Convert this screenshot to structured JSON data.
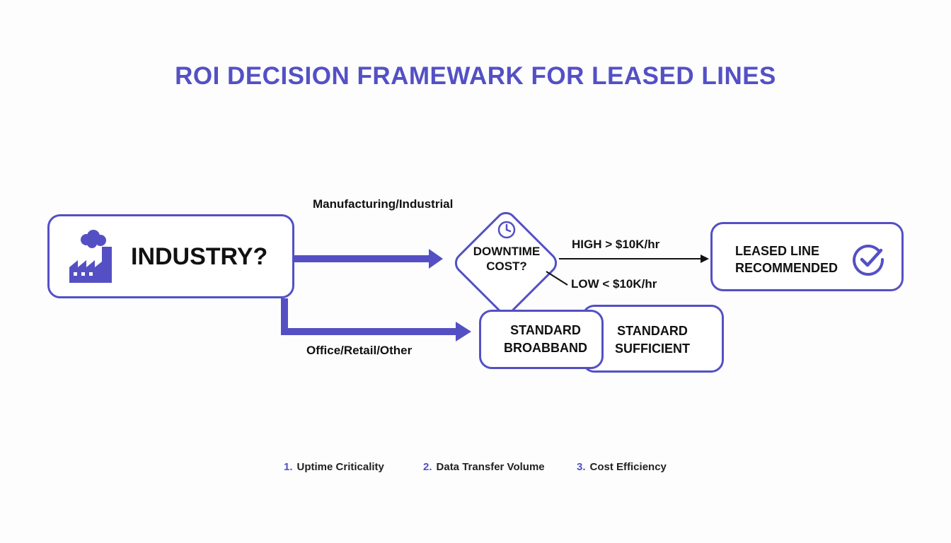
{
  "title": "ROI DECISION FRAMEWARK FOR LEASED LINES",
  "nodes": {
    "industry": "INDUSTRY?",
    "downtime": [
      "DOWNTIME",
      "COST?"
    ],
    "leased": [
      "LEASED LINE",
      "RECOMMENDED"
    ],
    "broadband": [
      "STANDARD",
      "BROABBAND"
    ],
    "sufficient": [
      "STANDARD",
      "SUFFICIENT"
    ]
  },
  "edges": {
    "manufacturing": "Manufacturing/Industrial",
    "office": "Office/Retail/Other",
    "high": "HIGH > $10K/hr",
    "low": "LOW < $10K/hr"
  },
  "criteria": [
    {
      "num": "1.",
      "label": "Uptime Criticality"
    },
    {
      "num": "2.",
      "label": "Data Transfer Volume"
    },
    {
      "num": "3.",
      "label": "Cost Efficiency"
    }
  ],
  "icons": {
    "industry": "factory-icon",
    "downtime": "clock-icon",
    "leased": "check-circle-icon"
  },
  "colors": {
    "accent": "#5450c4",
    "text": "#111111",
    "background": "#fdfdfe"
  }
}
